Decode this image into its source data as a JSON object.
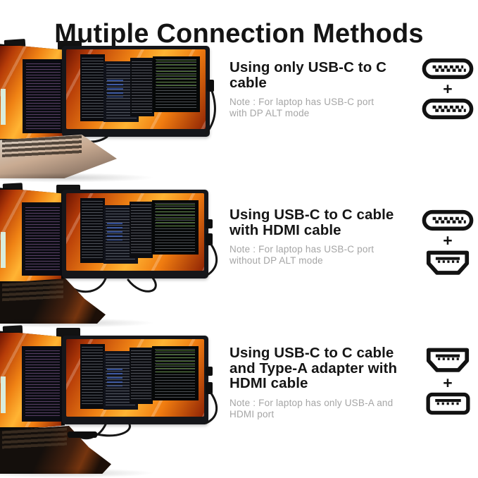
{
  "page": {
    "title": "Mutiple Connection Methods"
  },
  "colors": {
    "heading_text": "#151515",
    "note_text": "#a5a5a5",
    "icon_stroke": "#121212",
    "wallpaper_orange": "#ef8214",
    "background": "#ffffff"
  },
  "rows": [
    {
      "heading_lines": [
        "Using only USB-C to C",
        "cable"
      ],
      "note_lines": [
        "Note : For laptop has USB-C port",
        "with DP ALT mode"
      ],
      "plus": "+",
      "icons": [
        "usb-c",
        "usb-c"
      ]
    },
    {
      "heading_lines": [
        "Using USB-C to C cable",
        "with HDMI cable"
      ],
      "note_lines": [
        "Note : For laptop has USB-C port",
        "without DP ALT mode"
      ],
      "plus": "+",
      "icons": [
        "usb-c",
        "hdmi"
      ]
    },
    {
      "heading_lines": [
        "Using USB-C to C cable",
        "and Type-A adapter with",
        "HDMI cable"
      ],
      "note_lines": [
        "Note : For laptop has only USB-A and",
        "HDMI port"
      ],
      "plus": "+",
      "icons": [
        "hdmi",
        "usb-a"
      ]
    }
  ]
}
